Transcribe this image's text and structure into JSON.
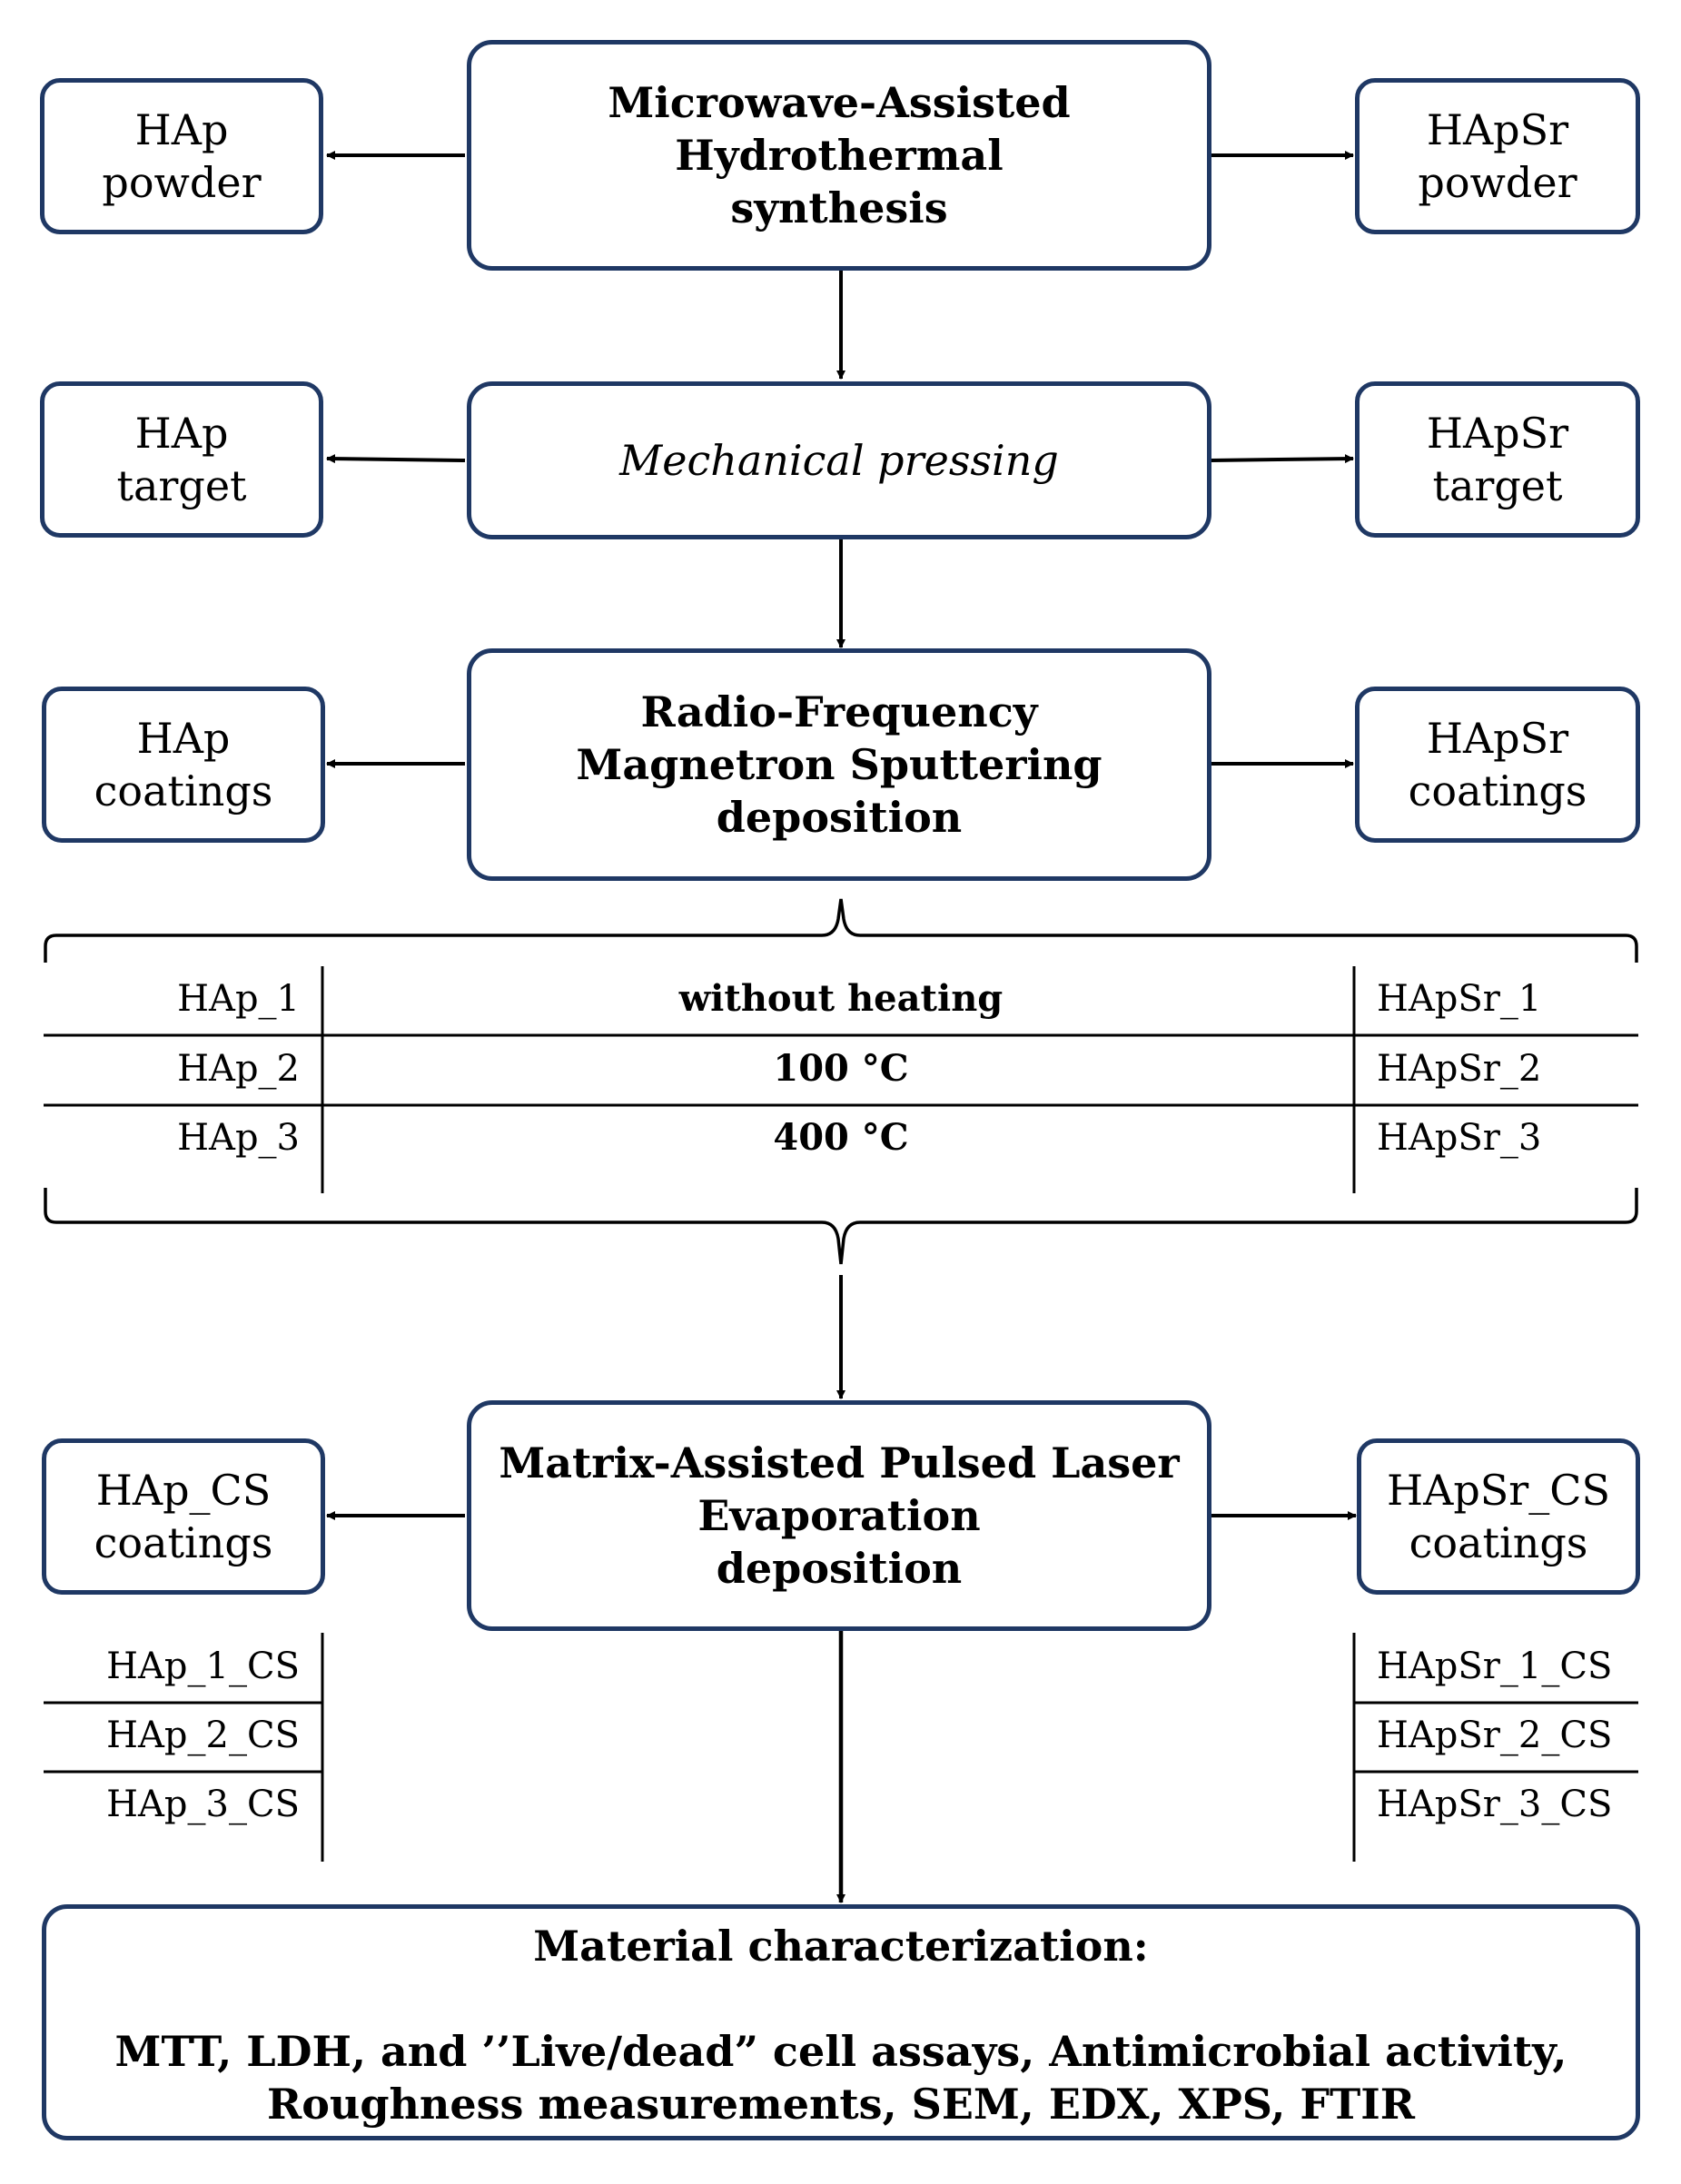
{
  "nodes": {
    "mw": "Microwave-Assisted\nHydrothermal\nsynthesis",
    "hap_powder": "HAp\npowder",
    "hapsr_powder": "HApSr\npowder",
    "pressing": "Mechanical pressing",
    "hap_target": "HAp\ntarget",
    "hapsr_target": "HApSr\ntarget",
    "rf": "Radio-Frequency\nMagnetron Sputtering\ndeposition",
    "hap_coatings": "HAp\ncoatings",
    "hapsr_coatings": "HApSr\ncoatings",
    "maple": "Matrix-Assisted Pulsed Laser\nEvaporation\ndeposition",
    "hap_cs_coatings": "HAp_CS\ncoatings",
    "hapsr_cs_coatings": "HApSr_CS\ncoatings",
    "characterization_title": "Material characterization:",
    "characterization_body": "MTT, LDH, and ’’Live/dead” cell assays, Antimicrobial activity,\nRoughness measurements, SEM, EDX, XPS, FTIR"
  },
  "deposition_table": [
    {
      "hap": "HAp_1",
      "condition": "without heating",
      "hapsr": "HApSr_1"
    },
    {
      "hap": "HAp_2",
      "condition": "100 °C",
      "hapsr": "HApSr_2"
    },
    {
      "hap": "HAp_3",
      "condition": "400 °C",
      "hapsr": "HApSr_3"
    }
  ],
  "cs_table": [
    {
      "hap": "HAp_1_CS",
      "hapsr": "HApSr_1_CS"
    },
    {
      "hap": "HAp_2_CS",
      "hapsr": "HApSr_2_CS"
    },
    {
      "hap": "HAp_3_CS",
      "hapsr": "HApSr_3_CS"
    }
  ],
  "colors": {
    "box_border": "#1f3864",
    "line": "#000000"
  }
}
